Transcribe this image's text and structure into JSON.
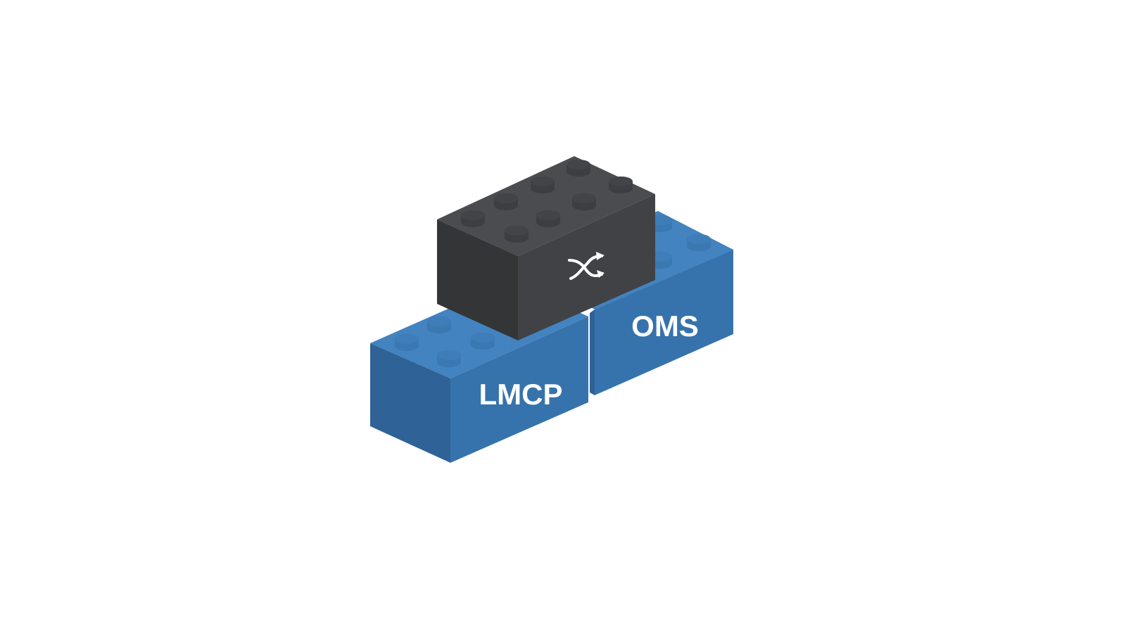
{
  "diagram": {
    "blocks": [
      {
        "id": "lmcp",
        "label": "LMCP",
        "color": "#3673AC"
      },
      {
        "id": "oms",
        "label": "OMS",
        "color": "#3673AC"
      },
      {
        "id": "router",
        "label": "",
        "icon": "shuffle-icon",
        "color": "#3A3B3D"
      }
    ]
  },
  "colors": {
    "background": "#FFFFFF",
    "blue_top": "#4283C0",
    "blue_front": "#3673AC",
    "blue_side": "#2F6296",
    "dark_top": "#4A4C4F",
    "dark_front": "#404245",
    "dark_side": "#333537",
    "icon": "#FFFFFF"
  }
}
